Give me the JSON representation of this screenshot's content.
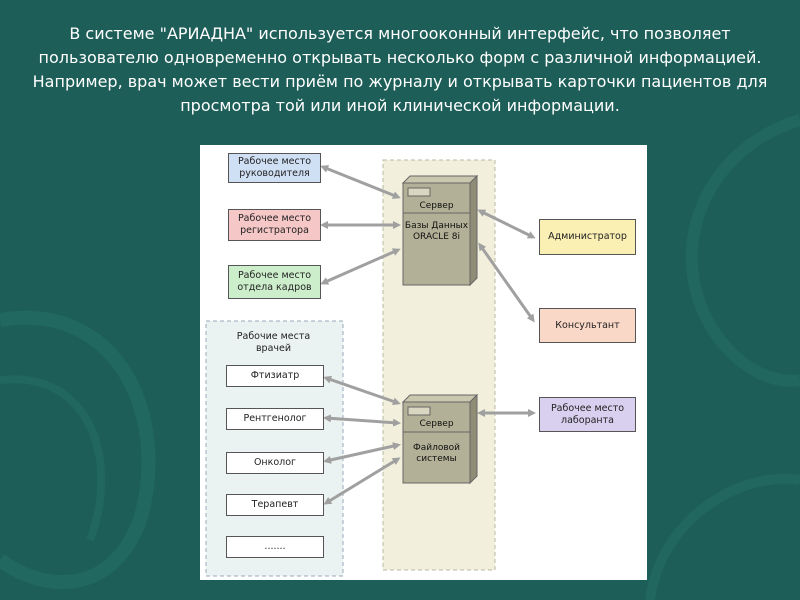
{
  "caption": "В системе \"АРИАДНА\" используется многооконный интерфейс, что позволяет пользователю одновременно открывать несколько форм с различной информацией. Например, врач может вести приём по журналу и открывать карточки пациентов для просмотра той или иной клинической информации.",
  "workstations": [
    {
      "label": "Рабочее место руководителя",
      "color": "#cfe0f5"
    },
    {
      "label": "Рабочее место регистратора",
      "color": "#f5c7c7"
    },
    {
      "label": "Рабочее место отдела кадров",
      "color": "#cdeecb"
    }
  ],
  "doctors_group": {
    "label": "Рабочие места врачей",
    "items": [
      "Фтизиатр",
      "Рентгенолог",
      "Онколог",
      "Терапевт",
      "......."
    ]
  },
  "servers": [
    {
      "title": "Сервер",
      "body": "Базы Данных ORACLE 8i"
    },
    {
      "title": "Сервер",
      "body": "Файловой системы"
    }
  ],
  "right_boxes": [
    {
      "label": "Администратор",
      "color": "#faf0b4"
    },
    {
      "label": "Консультант",
      "color": "#fad8c8"
    },
    {
      "label": "Рабочее место лаборанта",
      "color": "#d8d0ee"
    }
  ],
  "colors": {
    "background": "#1d5e58",
    "arrow": "#a0a0a0",
    "server_zone": "#f2f0dc",
    "doctors_zone": "#eaf3f1"
  }
}
